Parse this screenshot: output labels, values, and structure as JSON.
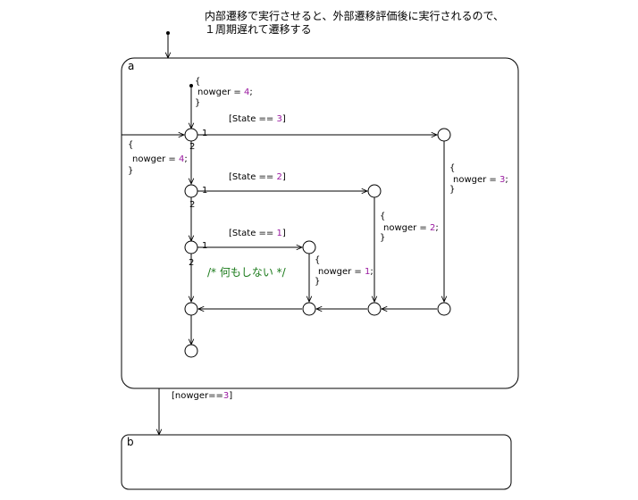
{
  "note": {
    "line1": "内部遷移で実行させると、外部遷移評価後に実行されるので、",
    "line2": "１周期遅れて遷移する"
  },
  "states": {
    "a": {
      "name": "a"
    },
    "b": {
      "name": "b"
    }
  },
  "actions": {
    "init_top": {
      "open": "{",
      "var": "nowger = ",
      "val": "4",
      "tail": ";",
      "close": "}"
    },
    "init_left": {
      "open": "{",
      "var": "nowger = ",
      "val": "4",
      "tail": ";",
      "close": "}"
    },
    "branch_3": {
      "open": "{",
      "var": "nowger = ",
      "val": "3",
      "tail": ";",
      "close": "}"
    },
    "branch_2": {
      "open": "{",
      "var": "nowger = ",
      "val": "2",
      "tail": ";",
      "close": "}"
    },
    "branch_1": {
      "open": "{",
      "var": "nowger = ",
      "val": "1",
      "tail": ";",
      "close": "}"
    }
  },
  "conditions": {
    "c3": {
      "pre": "[State == ",
      "val": "3",
      "post": "]"
    },
    "c2": {
      "pre": "[State == ",
      "val": "2",
      "post": "]"
    },
    "c1": {
      "pre": "[State == ",
      "val": "1",
      "post": "]"
    },
    "exit": {
      "pre": "[nowger==",
      "val": "3",
      "post": "]"
    }
  },
  "priorities": {
    "j1_first": "1",
    "j1_second": "2",
    "j2_first": "1",
    "j2_second": "2",
    "j3_first": "1",
    "j3_second": "2"
  },
  "comment": "/* 何もしない */",
  "colors": {
    "literal": "#9a1aa0",
    "comment": "#1a7a1a",
    "line": "#000000"
  }
}
